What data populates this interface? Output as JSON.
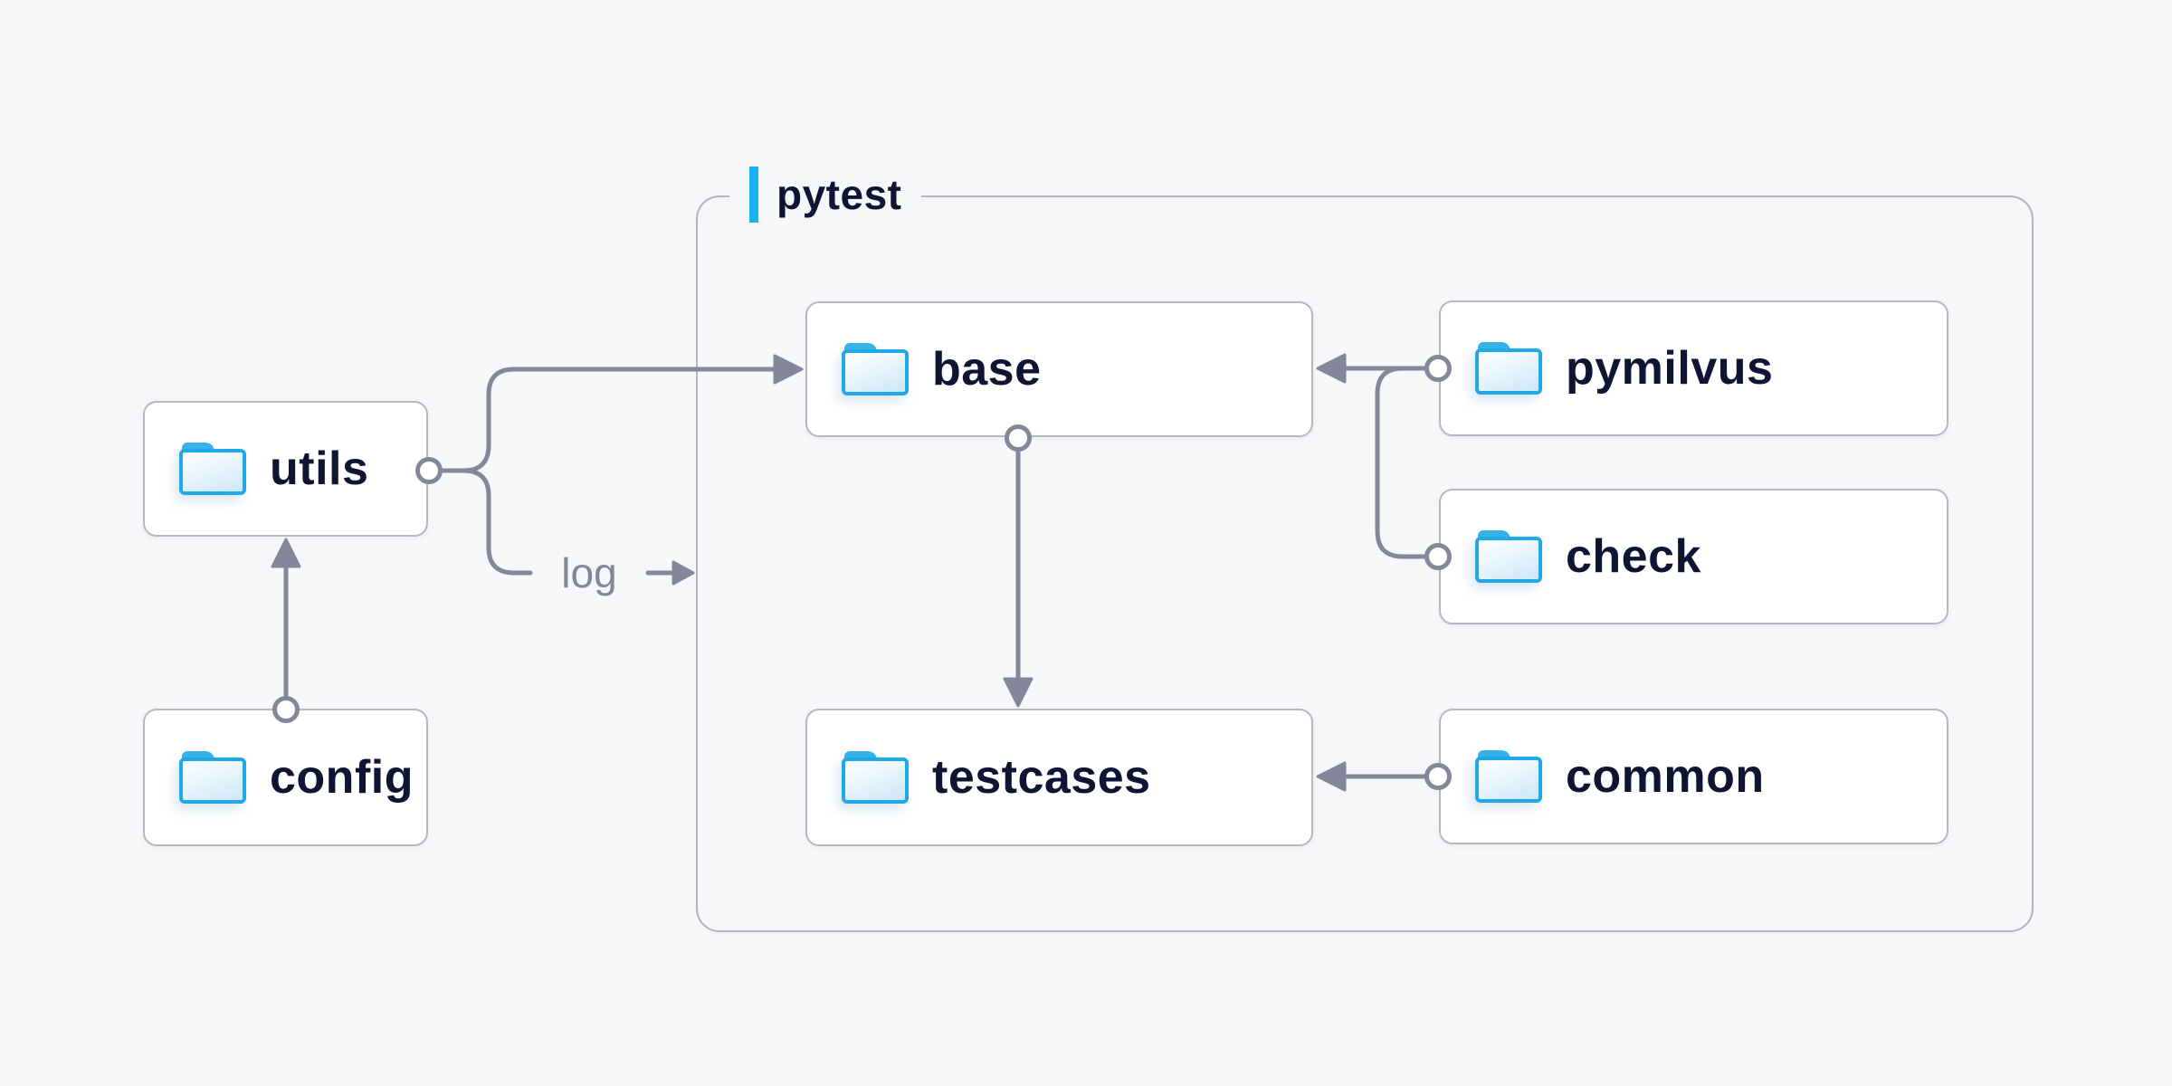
{
  "canvas": {
    "background": "#f6f7f8"
  },
  "diagram": {
    "container": {
      "label": "pytest"
    },
    "nodes": [
      {
        "id": "utils",
        "label": "utils"
      },
      {
        "id": "config",
        "label": "config"
      },
      {
        "id": "base",
        "label": "base"
      },
      {
        "id": "testcases",
        "label": "testcases"
      },
      {
        "id": "pymilvus",
        "label": "pymilvus"
      },
      {
        "id": "check",
        "label": "check"
      },
      {
        "id": "common",
        "label": "common"
      }
    ],
    "edges": [
      {
        "from": "config",
        "to": "utils"
      },
      {
        "from": "utils",
        "to": "base"
      },
      {
        "from": "utils",
        "to": "log-output",
        "label": "log"
      },
      {
        "from": "pymilvus",
        "to": "base"
      },
      {
        "from": "check",
        "to": "base"
      },
      {
        "from": "base",
        "to": "testcases"
      },
      {
        "from": "common",
        "to": "testcases"
      }
    ],
    "edge_label": "log",
    "icons": {
      "node_icon": "folder-icon"
    },
    "colors": {
      "accent": "#17b2f2",
      "line": "#84879a",
      "node_border": "#b6b7c3",
      "container_border": "#b3b4c0",
      "text": "#0d1532",
      "edge_label_text": "#84879a",
      "folder_border": "#20a9e8",
      "folder_tab": "#36b2ea",
      "node_background": "#ffffff",
      "page_background": "#f6f7f8"
    }
  }
}
